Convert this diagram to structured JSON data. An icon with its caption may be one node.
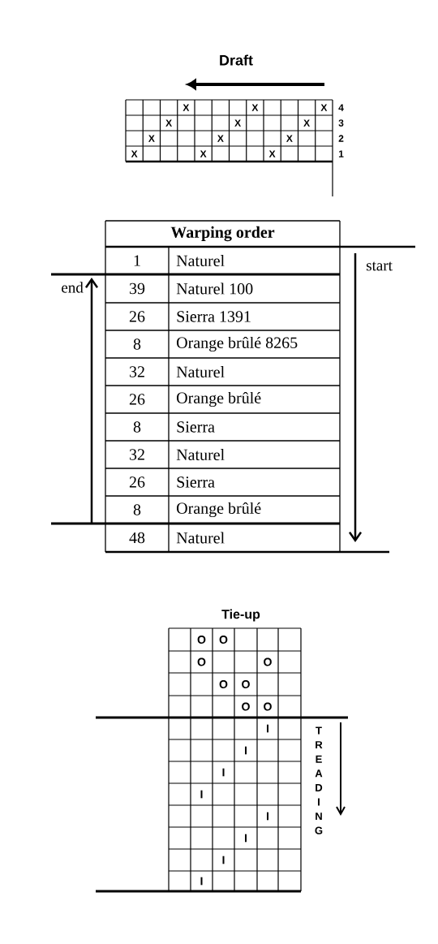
{
  "diagram": {
    "labels": [
      "Draft",
      "X",
      "X",
      "X",
      "4",
      "X",
      "X",
      "X",
      "3",
      "X",
      "X",
      "X",
      "2",
      "X",
      "X",
      "X",
      "1",
      "Warping order",
      "1",
      "Naturel",
      "39",
      "Naturel 100",
      "26",
      "Sierra 1391",
      "8",
      "Orange brûlé 8265",
      "32",
      "Naturel",
      "26",
      "Orange brûlé",
      "8",
      "Sierra",
      "32",
      "Naturel",
      "26",
      "Sierra",
      "8",
      "Orange brûlé",
      "48",
      "Naturel",
      "end",
      "start",
      "Tie-up",
      "O",
      "O",
      "O",
      "O",
      "O",
      "O",
      "O",
      "O",
      "I",
      "I",
      "I",
      "I",
      "I",
      "I",
      "I",
      "I",
      "T",
      "R",
      "E",
      "A",
      "D",
      "I",
      "N",
      "G"
    ]
  }
}
